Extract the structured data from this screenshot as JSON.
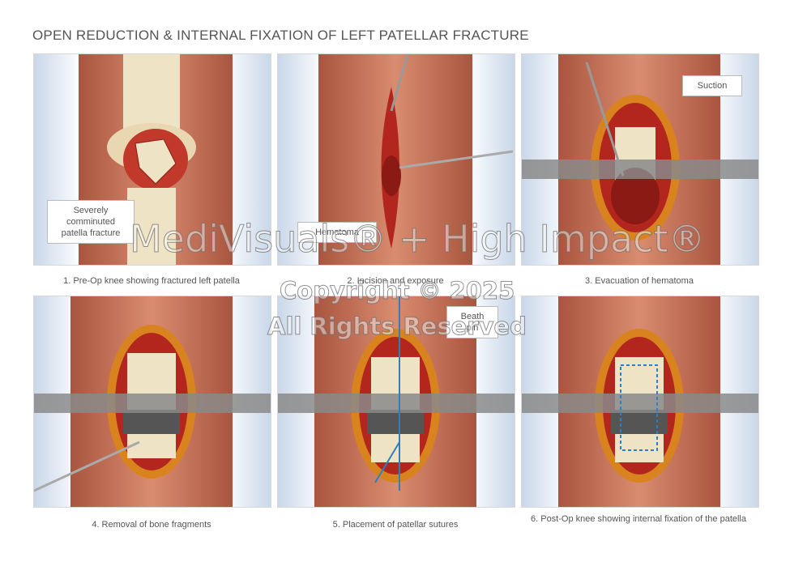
{
  "title": "OPEN REDUCTION & INTERNAL FIXATION OF LEFT PATELLAR FRACTURE",
  "panels": [
    {
      "caption": "1. Pre-Op knee showing fractured left patella",
      "label": "Severely comminuted patella fracture"
    },
    {
      "caption": "2. Incision and exposure",
      "label": "Hematoma"
    },
    {
      "caption": "3. Evacuation of hematoma",
      "label": "Suction"
    },
    {
      "caption": "4. Removal of bone fragments"
    },
    {
      "caption": "5. Placement of patellar sutures",
      "label": "Beath pin"
    },
    {
      "caption": "6. Post-Op knee showing internal fixation of the patella"
    }
  ],
  "watermark": {
    "line1": "MediVisuals® + High Impact®",
    "line2": "Copyright © 2025",
    "line3": "All Rights Reserved"
  },
  "colors": {
    "skin": "#c9785e",
    "tissue": "#b3261e",
    "bone": "#efe3c6",
    "suture": "#2f7fc0"
  }
}
